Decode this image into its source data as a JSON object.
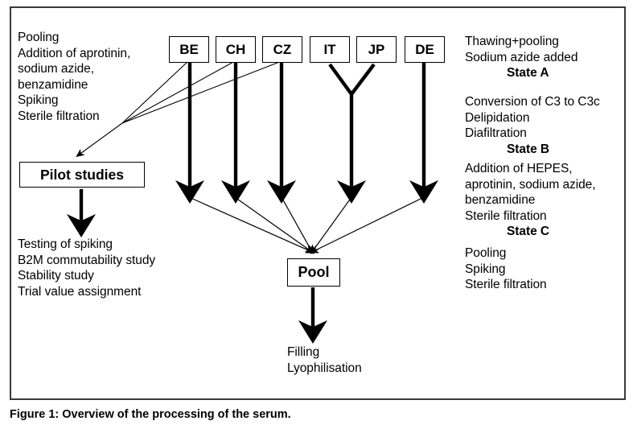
{
  "figure": {
    "caption": "Figure 1: Overview of the processing of the serum.",
    "frame_color": "#3a3a3a",
    "line_color": "#000000"
  },
  "left_column": {
    "top_steps": "Pooling\nAddition of aprotinin,\nsodium azide,\nbenzamidine\nSpiking\nSterile filtration",
    "bottom_steps": "Testing of spiking\nB2M commutability study\nStability study\nTrial value assignment"
  },
  "nodes": {
    "countries": [
      {
        "id": "be",
        "label": "BE"
      },
      {
        "id": "ch",
        "label": "CH"
      },
      {
        "id": "cz",
        "label": "CZ"
      },
      {
        "id": "it",
        "label": "IT"
      },
      {
        "id": "jp",
        "label": "JP"
      },
      {
        "id": "de",
        "label": "DE"
      }
    ],
    "pilot_studies": "Pilot studies",
    "pool": "Pool",
    "final_steps": "Filling\nLyophilisation"
  },
  "right_column": {
    "groups": [
      {
        "steps": "Thawing+pooling\nSodium azide added",
        "state": "State A"
      },
      {
        "steps": "Conversion of C3 to C3c\nDelipidation\nDiafiltration",
        "state": "State B"
      },
      {
        "steps": "Addition of HEPES,\naprotinin, sodium azide,\nbenzamidine\nSterile filtration",
        "state": "State C"
      },
      {
        "steps": "Pooling\nSpiking\nSterile filtration",
        "state": ""
      }
    ]
  }
}
